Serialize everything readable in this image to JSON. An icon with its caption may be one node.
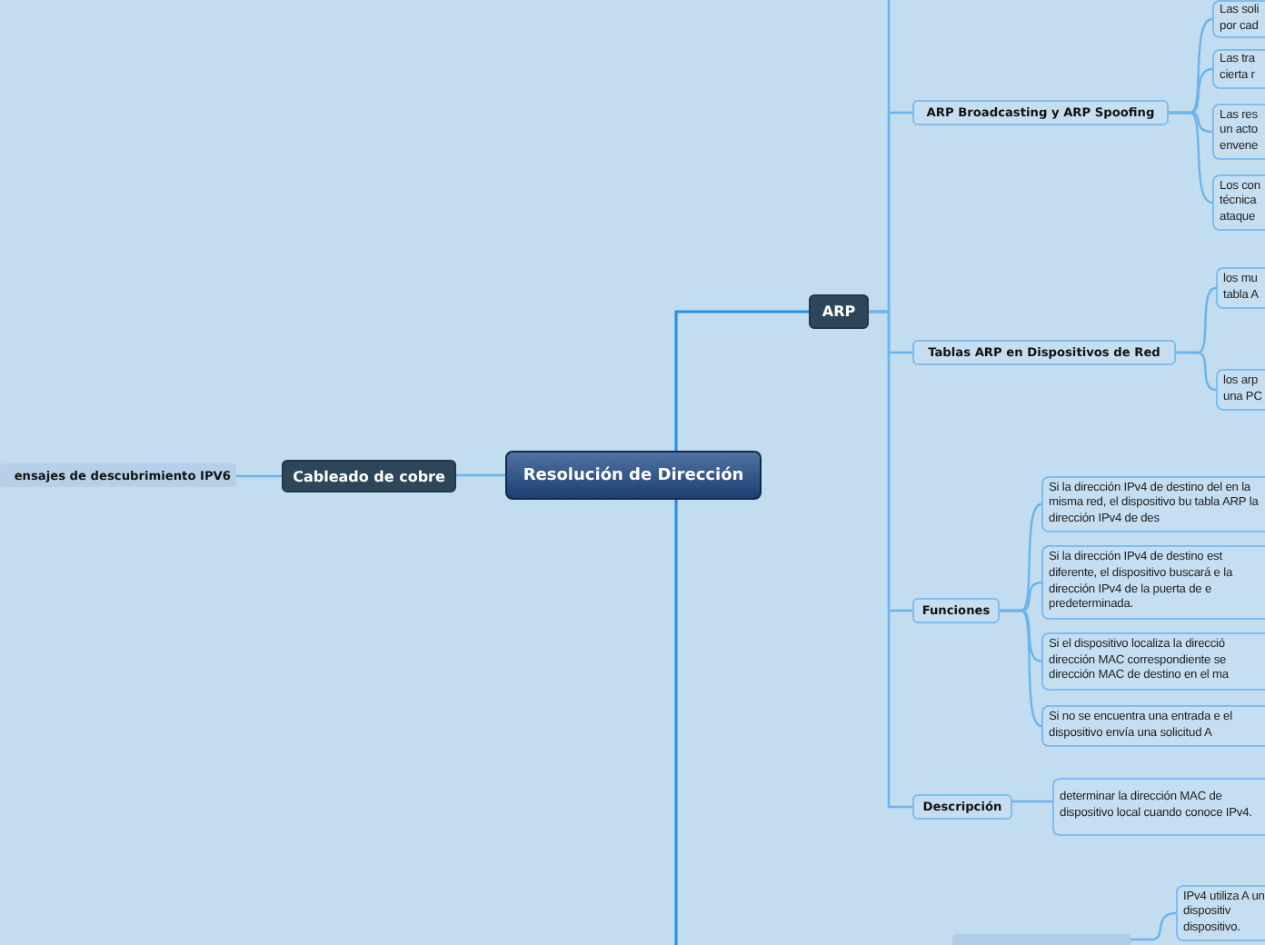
{
  "diagram": {
    "nodes": [
      {
        "text": [
          "Resolución de Dirección"
        ]
      },
      {
        "text": [
          "Cableado de cobre"
        ]
      },
      {
        "text": [
          "ensajes de descubrimiento IPV6"
        ]
      },
      {
        "text": [
          "ARP"
        ]
      },
      {
        "text": [
          "ARP Broadcasting y ARP Spoofing"
        ]
      },
      {
        "text": [
          "Las soli por cad"
        ]
      },
      {
        "text": [
          "Las tra cierta r"
        ]
      },
      {
        "text": [
          "Las res un acto envene"
        ]
      },
      {
        "text": [
          "Los con técnica ataque"
        ]
      },
      {
        "text": [
          "Tablas ARP en Dispositivos de Red"
        ]
      },
      {
        "text": [
          "los mu tabla A"
        ]
      },
      {
        "text": [
          "los arp una PC"
        ]
      },
      {
        "text": [
          "Funciones"
        ]
      },
      {
        "text": [
          "Si la dirección IPv4 de destino del en la misma red, el dispositivo bu tabla ARP la dirección IPv4 de des"
        ]
      },
      {
        "text": [
          "Si la dirección IPv4 de destino est diferente, el dispositivo buscará e la dirección IPv4 de la puerta de e predeterminada."
        ]
      },
      {
        "text": [
          "Si el dispositivo localiza la direcció dirección MAC correspondiente se dirección MAC de destino en el ma"
        ]
      },
      {
        "text": [
          "Si no se encuentra una entrada e el dispositivo envía una solicitud A"
        ]
      },
      {
        "text": [
          "Descripción"
        ]
      },
      {
        "text": [
          "determinar la dirección MAC de dispositivo local cuando conoce IPv4."
        ]
      },
      {
        "text": [],
        "shape": "bar"
      },
      {
        "text": [
          "IPv4 utiliza A un dispositiv dispositivo."
        ]
      }
    ],
    "edges": [
      {
        "from": 0,
        "to": 1,
        "arrow": "none"
      },
      {
        "from": 1,
        "to": 2,
        "arrow": "none"
      },
      {
        "from": 0,
        "to": 3,
        "arrow": "none"
      },
      {
        "from": 0,
        "to": null,
        "arrow": "none"
      },
      {
        "from": 3,
        "to": null,
        "arrow": "none"
      },
      {
        "from": 3,
        "to": 4,
        "arrow": "none"
      },
      {
        "from": 4,
        "to": 5,
        "arrow": "none"
      },
      {
        "from": 4,
        "to": 6,
        "arrow": "none"
      },
      {
        "from": 4,
        "to": 7,
        "arrow": "none"
      },
      {
        "from": 4,
        "to": 8,
        "arrow": "none"
      },
      {
        "from": 3,
        "to": 9,
        "arrow": "none"
      },
      {
        "from": 9,
        "to": 10,
        "arrow": "none"
      },
      {
        "from": 9,
        "to": 11,
        "arrow": "none"
      },
      {
        "from": 3,
        "to": 12,
        "arrow": "none"
      },
      {
        "from": 12,
        "to": 13,
        "arrow": "none"
      },
      {
        "from": 12,
        "to": 14,
        "arrow": "none"
      },
      {
        "from": 12,
        "to": 15,
        "arrow": "none"
      },
      {
        "from": 12,
        "to": 16,
        "arrow": "none"
      },
      {
        "from": 3,
        "to": 17,
        "arrow": "none"
      },
      {
        "from": 17,
        "to": 18,
        "arrow": "none"
      },
      {
        "from": 19,
        "to": 20,
        "arrow": "none"
      }
    ]
  }
}
